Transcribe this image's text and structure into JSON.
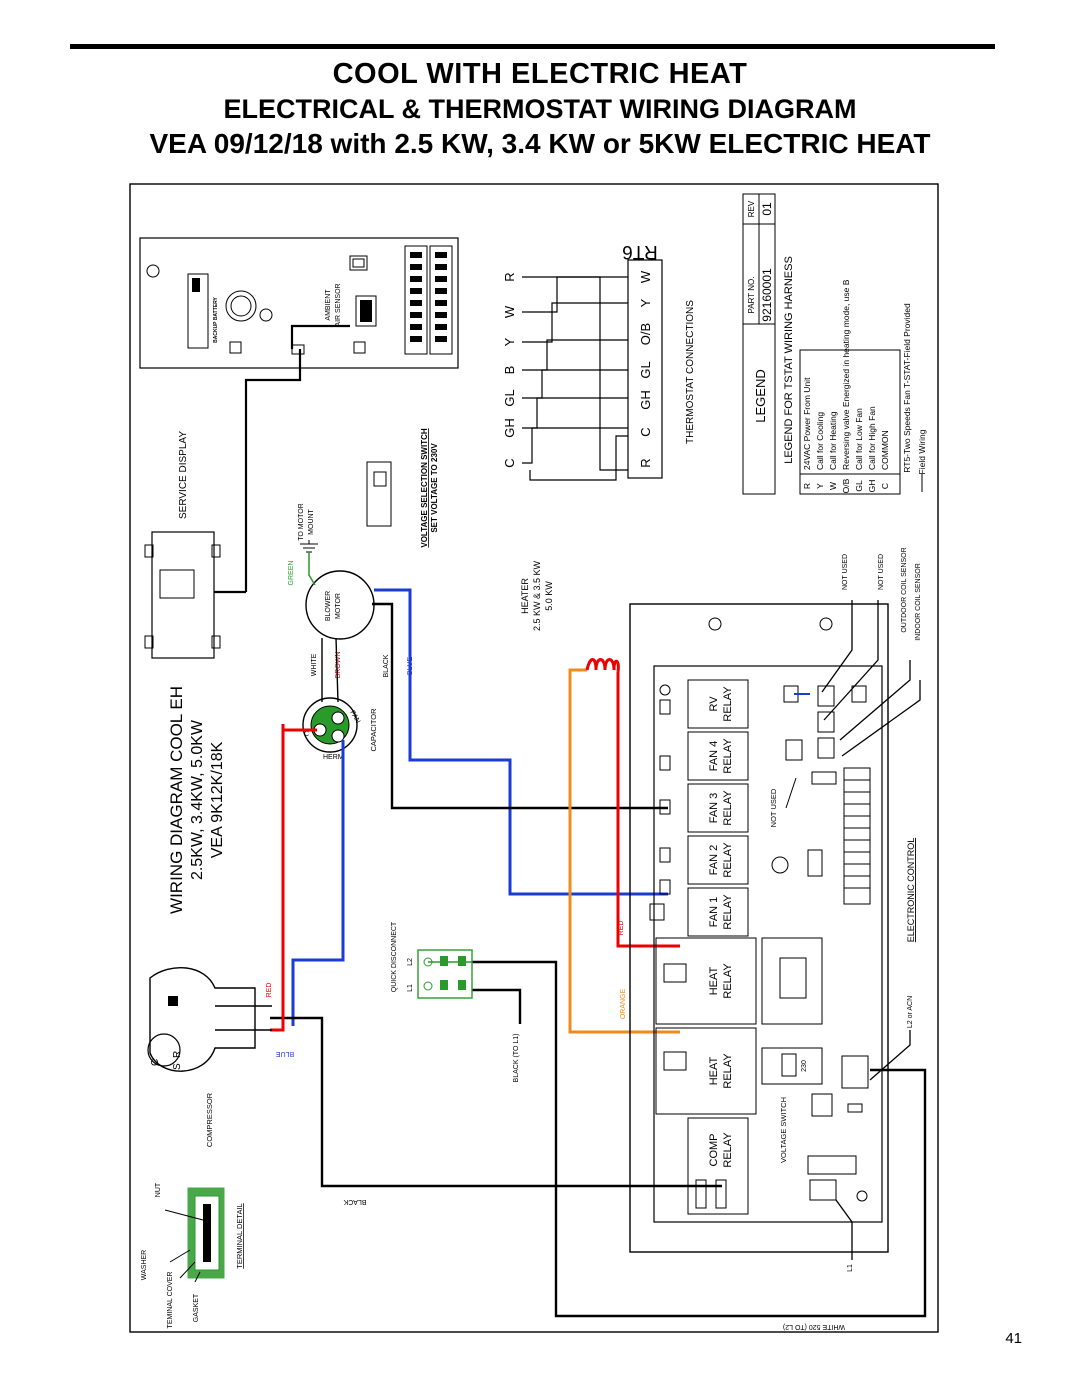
{
  "header": {
    "title_line1": "COOL WITH ELECTRIC HEAT",
    "title_line2": "ELECTRICAL & THERMOSTAT WIRING DIAGRAM",
    "title_line3": "VEA 09/12/18 with 2.5 KW, 3.4 KW or 5KW ELECTRIC HEAT"
  },
  "diagram": {
    "title_lines": [
      "WIRING DIAGRAM COOL EH",
      "2.5KW, 3.4KW, 5.0KW",
      "VEA 9K12K/18K"
    ],
    "service_display": "SERVICE DISPLAY",
    "ambient_air_sensor": [
      "AMBIENT",
      "AIR SENSOR"
    ],
    "backup_battery": "BACKUP BATTERY",
    "voltage_selection": [
      "VOLTAGE SELECTION SWITCH",
      "SET VOLTAGE TO 230V"
    ],
    "thermostat_connections": "THERMOSTAT CONNECTIONS",
    "rt6_label": "RT6",
    "terminals_top": [
      "C",
      "GH",
      "GL",
      "B",
      "Y",
      "W",
      "R"
    ],
    "terminals_bottom": [
      "R",
      "C",
      "GH",
      "GL",
      "O/B",
      "Y",
      "W"
    ],
    "heater": [
      "HEATER",
      "2.5 KW & 3.5 KW",
      "5.0 KW"
    ],
    "to_motor_mount": [
      "TO MOTOR",
      "MOUNT"
    ],
    "blower_motor": [
      "BLOWER",
      "MOTOR"
    ],
    "wire_labels": {
      "green": "GREEN",
      "white": "WHITE",
      "brown": "BROWN",
      "black": "BLACK",
      "blue": "BLUE",
      "red": "RED",
      "orange": "ORANGE",
      "black_to_l1": "BLACK (TO L1)",
      "white_to_l2": "WHITE 520 (TO L2)"
    },
    "capacitor": "CAPACITOR",
    "capacitor_terms": [
      "C",
      "FAN",
      "HERM"
    ],
    "quick_disconnect": "QUICK DISCONNECT",
    "qd_terms": [
      "L1",
      "L2"
    ],
    "compressor": "COMPRESSOR",
    "compressor_terms": [
      "C",
      "S",
      "R"
    ],
    "terminal_detail": "TERMINAL DETAIL",
    "detail_labels": [
      "NUT",
      "WASHER",
      "TEMINAL COVER",
      "GASKET"
    ],
    "relays": [
      {
        "line1": "RV",
        "line2": "RELAY"
      },
      {
        "line1": "FAN 4",
        "line2": "RELAY"
      },
      {
        "line1": "FAN 3",
        "line2": "RELAY"
      },
      {
        "line1": "FAN 2",
        "line2": "RELAY"
      },
      {
        "line1": "FAN 1",
        "line2": "RELAY"
      }
    ],
    "heat_relay": [
      "HEAT",
      "RELAY"
    ],
    "comp_relay": [
      "COMP",
      "RELAY"
    ],
    "not_used": "NOT USED",
    "voltage_switch": "VOLTAGE SWITCH",
    "v230": "230",
    "electronic_control": "ELECTRONIC CONTROL",
    "outdoor_coil_sensor": "OUTDOOR COIL SENSOR",
    "indoor_coil_sensor": "INDOOR COIL SENSOR",
    "l2_or_acn": "L2 or ACN",
    "l1": "L1",
    "legend": {
      "heading": "LEGEND",
      "part_no_label": "PART NO.",
      "part_no": "92160001",
      "rev_label": "REV",
      "rev": "01",
      "subtitle": "LEGEND FOR TSTAT WIRING HARNESS",
      "rows": [
        {
          "code": "R",
          "text": "24VAC Power From Unit"
        },
        {
          "code": "Y",
          "text": "Call for Cooling"
        },
        {
          "code": "W",
          "text": "Call for Heating"
        },
        {
          "code": "O/B",
          "text": "Reversing valve Energized in heating mode, use B"
        },
        {
          "code": "GL",
          "text": "Call for Low Fan"
        },
        {
          "code": "GH",
          "text": "Call for High Fan"
        },
        {
          "code": "C",
          "text": "COMMON"
        }
      ],
      "note": "RT5-Two Speeds Fan T-STAT-Field Provided",
      "field_wiring": "Field Wiring"
    }
  },
  "footer": {
    "page_number": "41"
  }
}
